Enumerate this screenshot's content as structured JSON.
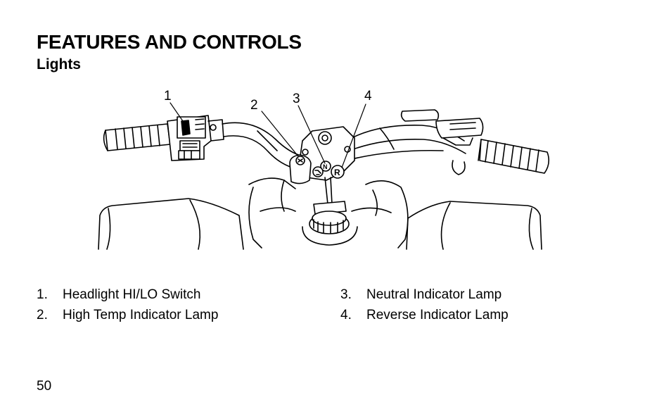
{
  "header": {
    "title": "FEATURES AND CONTROLS",
    "subtitle": "Lights"
  },
  "figure": {
    "callouts": [
      "1",
      "2",
      "3",
      "4"
    ],
    "indicator_letters": [
      "N",
      "R"
    ]
  },
  "legend": [
    {
      "num": "1.",
      "text": "Headlight HI/LO Switch"
    },
    {
      "num": "2.",
      "text": "High Temp Indicator Lamp"
    },
    {
      "num": "3.",
      "text": "Neutral Indicator Lamp"
    },
    {
      "num": "4.",
      "text": "Reverse Indicator Lamp"
    }
  ],
  "footer": {
    "page_number": "50"
  }
}
